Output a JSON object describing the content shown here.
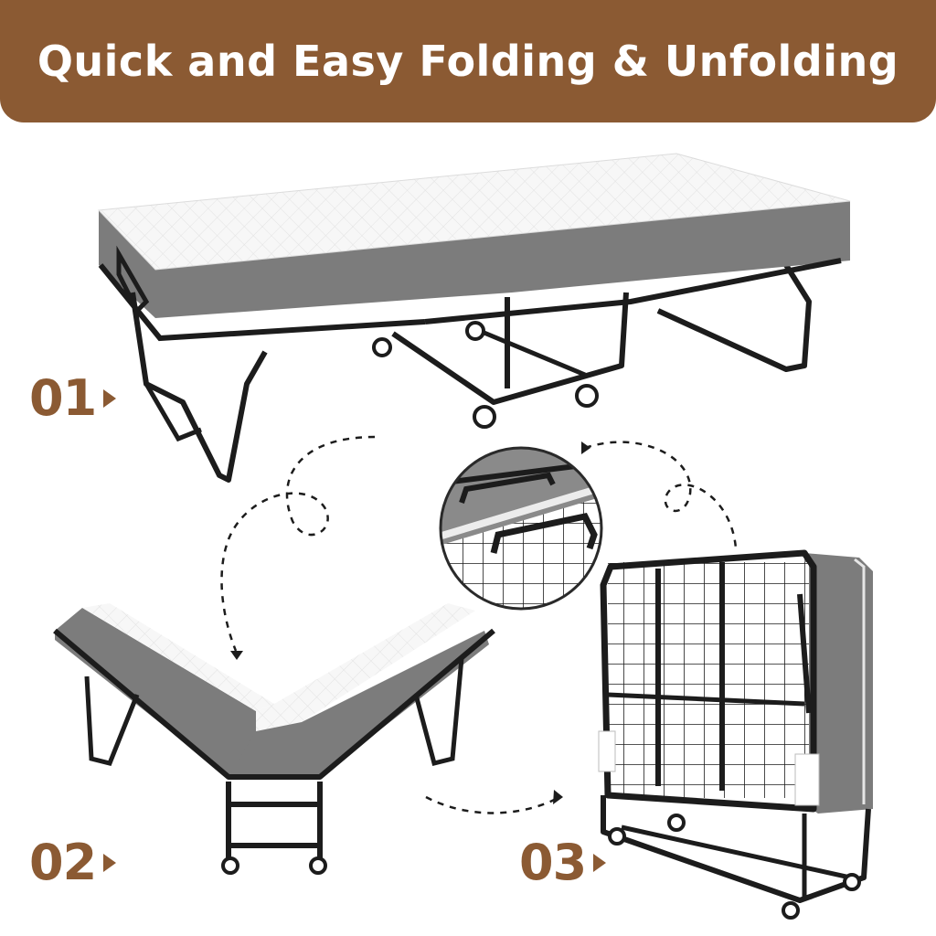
{
  "banner": {
    "title": "Quick and Easy Folding & Unfolding",
    "color": "#8b5a33"
  },
  "steps": [
    {
      "label": "01"
    },
    {
      "label": "02"
    },
    {
      "label": "03"
    }
  ],
  "colors": {
    "frame": "#1c1c1c",
    "mattress_top": "#f4f4f4",
    "mattress_side": "#7c7c7c",
    "accent": "#8b5a33"
  }
}
